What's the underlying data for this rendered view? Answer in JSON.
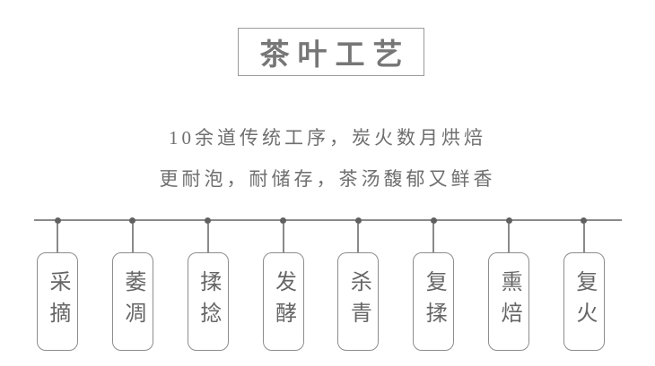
{
  "header": {
    "title": "茶叶工艺"
  },
  "description": {
    "line1": "10余道传统工序，炭火数月烘焙",
    "line2": "更耐泡，耐储存，茶汤馥郁又鲜香"
  },
  "timeline": {
    "steps": [
      {
        "label": "采摘"
      },
      {
        "label": "萎凋"
      },
      {
        "label": "揉捻"
      },
      {
        "label": "发酵"
      },
      {
        "label": "杀青"
      },
      {
        "label": "复揉"
      },
      {
        "label": "熏焙"
      },
      {
        "label": "复火"
      }
    ]
  },
  "colors": {
    "title_text": "#767676",
    "title_border": "#9b9b9b",
    "description_text": "#6f6f6f",
    "timeline_line": "#8a8a8a",
    "timeline_dot": "#606060",
    "box_border": "#8d8d8d",
    "box_text": "#666666",
    "background": "#ffffff"
  }
}
